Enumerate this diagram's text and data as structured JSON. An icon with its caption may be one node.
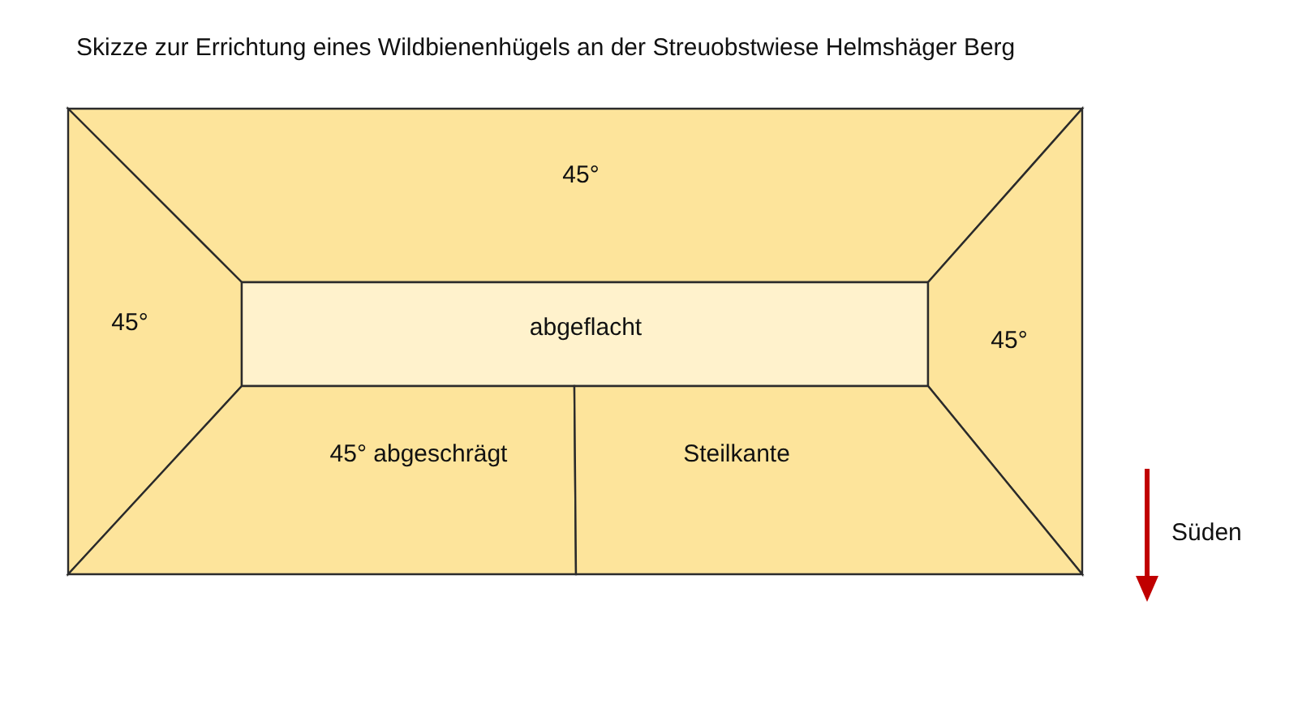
{
  "diagram": {
    "title": "Skizze zur Errichtung eines Wildbienenhügels an der Streuobstwiese Helmshäger Berg",
    "nodes": [
      {
        "text": [
          "45°"
        ]
      },
      {
        "text": [
          "45°"
        ]
      },
      {
        "text": [
          "abgeflacht"
        ]
      },
      {
        "text": [
          "45°"
        ]
      },
      {
        "text": [
          "45° abgeschrägt"
        ]
      },
      {
        "text": [
          "Steilkante"
        ]
      }
    ],
    "labels": [
      "Süden"
    ]
  }
}
